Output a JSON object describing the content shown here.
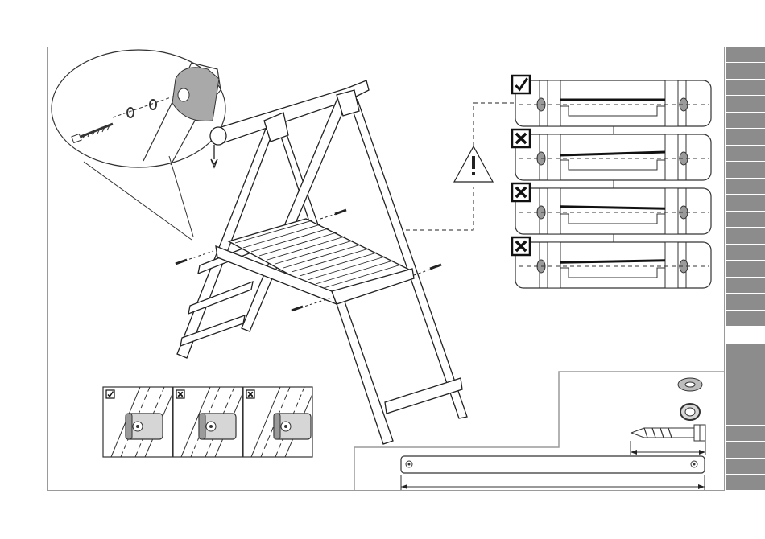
{
  "document": {
    "type": "assembly-instruction-page",
    "accent_color": "#8c8c8c",
    "line_color": "#222222",
    "marks": {
      "correct": "checkmark-box-icon",
      "incorrect": "cross-box-icon",
      "warning": "warning-triangle-icon"
    },
    "side_tabs": {
      "top_count": 17,
      "bottom_count": 9
    },
    "alignment_panels": [
      {
        "state": "correct"
      },
      {
        "state": "incorrect"
      },
      {
        "state": "incorrect"
      },
      {
        "state": "incorrect"
      }
    ],
    "bracket_panels": [
      {
        "state": "correct"
      },
      {
        "state": "incorrect"
      },
      {
        "state": "incorrect"
      }
    ],
    "parts": [
      "washer",
      "spring-washer",
      "lag-screw",
      "flat-bar"
    ]
  }
}
